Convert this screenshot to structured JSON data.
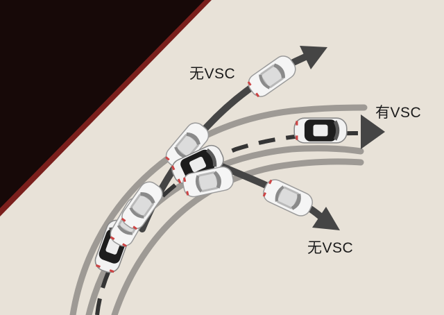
{
  "labels": {
    "understeer_path": "无VSC",
    "stable_path": "有VSC",
    "oversteer_path": "无VSC"
  },
  "colors": {
    "background": "#e8e2d8",
    "corner_dark": "#1a0b09",
    "corner_stripe": "#7a1f1c",
    "lane_line": "#9e9a95",
    "arrow": "#454545",
    "car_white": "#f4f4f4",
    "car_dark": "#1c1c1c"
  }
}
